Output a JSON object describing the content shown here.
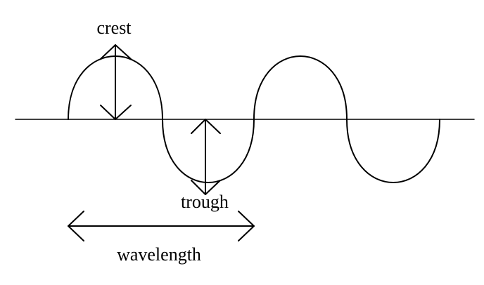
{
  "labels": {
    "crest": "crest",
    "trough": "trough",
    "wavelength": "wavelength"
  },
  "colors": {
    "background": "#ffffff",
    "ink": "#000000"
  }
}
